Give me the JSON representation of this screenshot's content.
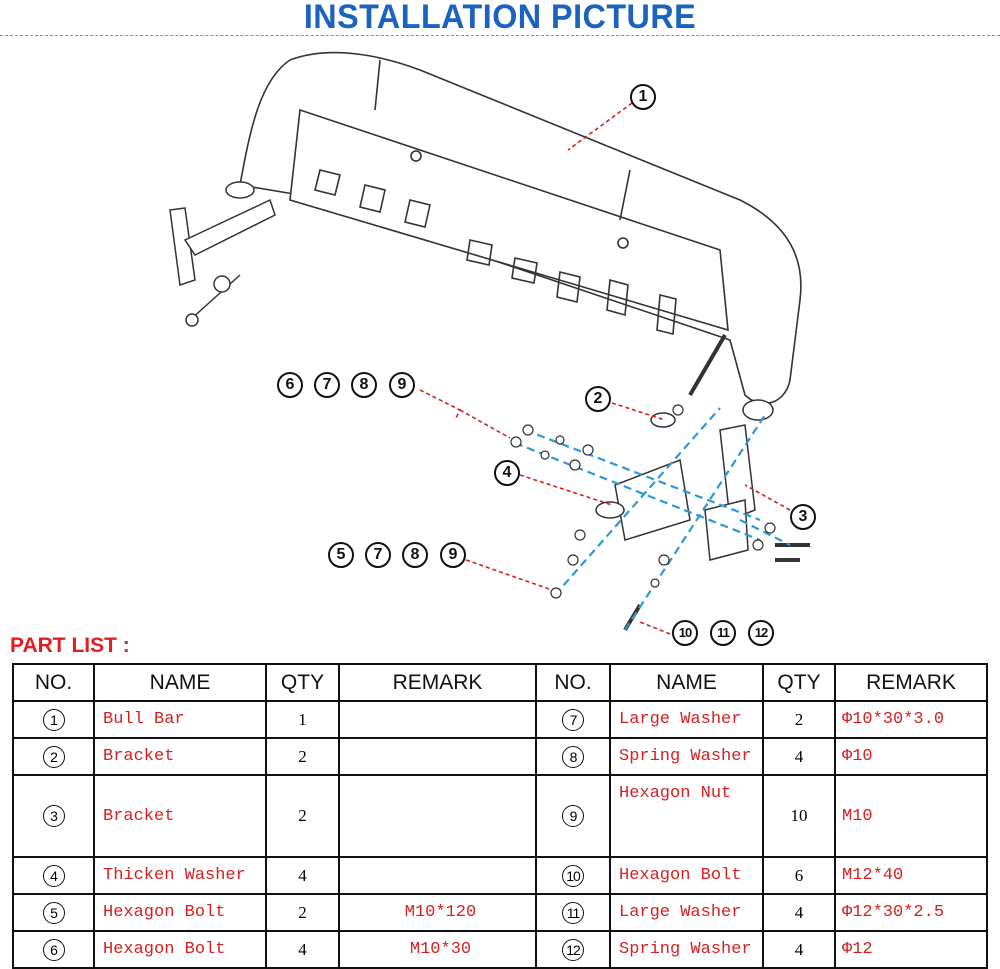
{
  "title": "INSTALLATION PICTURE",
  "diagram": {
    "callouts": {
      "c1": "1",
      "group_top": [
        "6",
        "7",
        "8",
        "9"
      ],
      "c2": "2",
      "c4": "4",
      "c3": "3",
      "group_mid": [
        "5",
        "7",
        "8",
        "9"
      ],
      "group_bottom": [
        "10",
        "11",
        "12"
      ]
    },
    "colors": {
      "leader": "#d82020",
      "assembly": "#2a9ad8",
      "line": "#333333"
    }
  },
  "part_list_label": "PART LIST :",
  "table": {
    "headers": [
      "NO.",
      "NAME",
      "QTY",
      "REMARK",
      "NO.",
      "NAME",
      "QTY",
      "REMARK"
    ],
    "rows": [
      {
        "l": {
          "no": "1",
          "name": "Bull Bar",
          "qty": "1",
          "remark": ""
        },
        "r": {
          "no": "7",
          "name": "Large Washer",
          "qty": "2",
          "remark": "Φ10*30*3.0"
        }
      },
      {
        "l": {
          "no": "2",
          "name": "Bracket",
          "qty": "2",
          "remark": ""
        },
        "r": {
          "no": "8",
          "name": "Spring Washer",
          "qty": "4",
          "remark": "Φ10"
        }
      },
      {
        "l": {
          "no": "3",
          "name": "Bracket",
          "qty": "2",
          "remark": ""
        },
        "r": {
          "no": "9",
          "name": "Hexagon Nut",
          "qty": "10",
          "remark": "M10"
        }
      },
      {
        "l": {
          "no": "4",
          "name": "Thicken Washer",
          "qty": "4",
          "remark": ""
        },
        "r": {
          "no": "10",
          "name": "Hexagon Bolt",
          "qty": "6",
          "remark": "M12*40"
        }
      },
      {
        "l": {
          "no": "5",
          "name": "Hexagon Bolt",
          "qty": "2",
          "remark": "M10*120"
        },
        "r": {
          "no": "11",
          "name": "Large Washer",
          "qty": "4",
          "remark": "Φ12*30*2.5"
        }
      },
      {
        "l": {
          "no": "6",
          "name": "Hexagon Bolt",
          "qty": "4",
          "remark": "M10*30"
        },
        "r": {
          "no": "12",
          "name": "Spring Washer",
          "qty": "4",
          "remark": "Φ12"
        }
      }
    ]
  }
}
